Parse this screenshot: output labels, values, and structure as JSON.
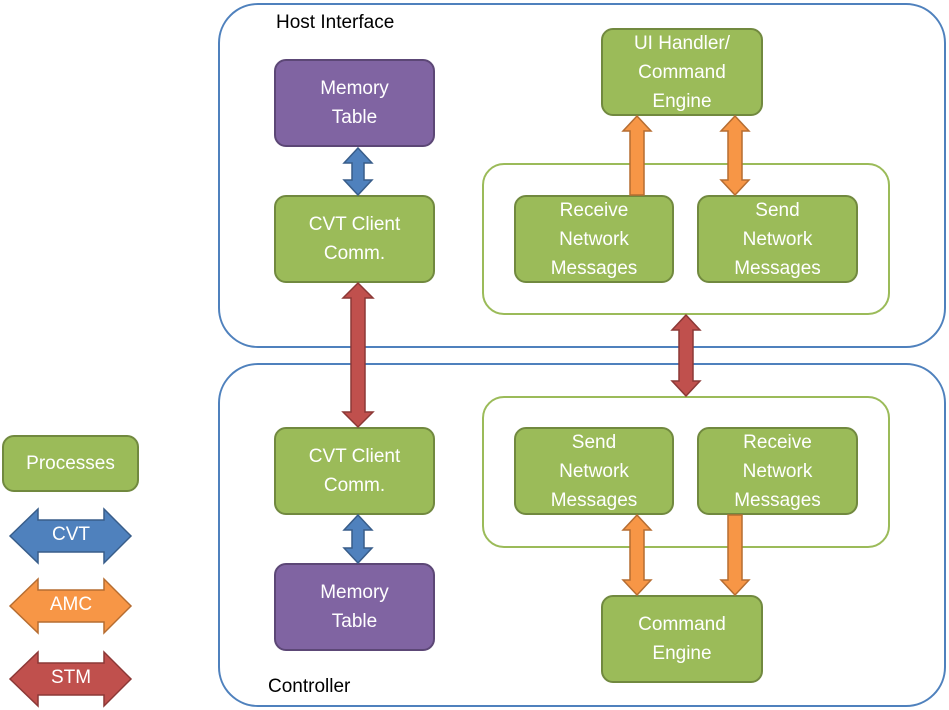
{
  "host_interface": {
    "title": "Host Interface",
    "memory_table": "Memory\nTable",
    "cvt_client": "CVT Client\nComm.",
    "ui_handler": "UI Handler/\nCommand\nEngine",
    "receive_msgs": "Receive\nNetwork\nMessages",
    "send_msgs": "Send\nNetwork\nMessages"
  },
  "controller": {
    "title": "Controller",
    "cvt_client": "CVT Client\nComm.",
    "memory_table": "Memory\nTable",
    "send_msgs": "Send\nNetwork\nMessages",
    "receive_msgs": "Receive\nNetwork\nMessages",
    "command_engine": "Command\nEngine"
  },
  "legend": {
    "processes": "Processes",
    "cvt": "CVT",
    "amc": "AMC",
    "stm": "STM"
  },
  "colors": {
    "process_fill": "#9bbb59",
    "memory_fill": "#8064a2",
    "cvt": "#4f81bd",
    "amc": "#f79646",
    "stm": "#c0504d"
  }
}
